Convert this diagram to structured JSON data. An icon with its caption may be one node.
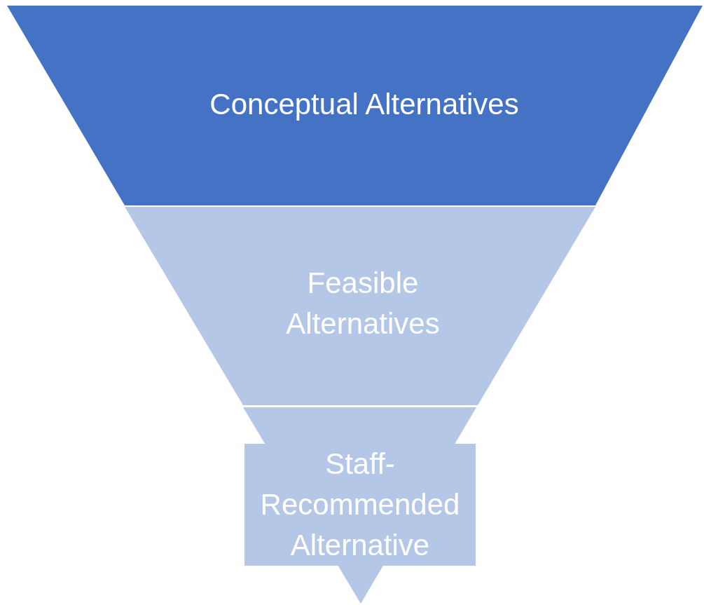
{
  "diagram": {
    "nodes": [
      {
        "text": [
          "Conceptual Alternatives"
        ]
      },
      {
        "text": [
          "Feasible Alternatives"
        ]
      },
      {
        "text": [
          "Staff-Recommended Alternative"
        ]
      }
    ]
  }
}
